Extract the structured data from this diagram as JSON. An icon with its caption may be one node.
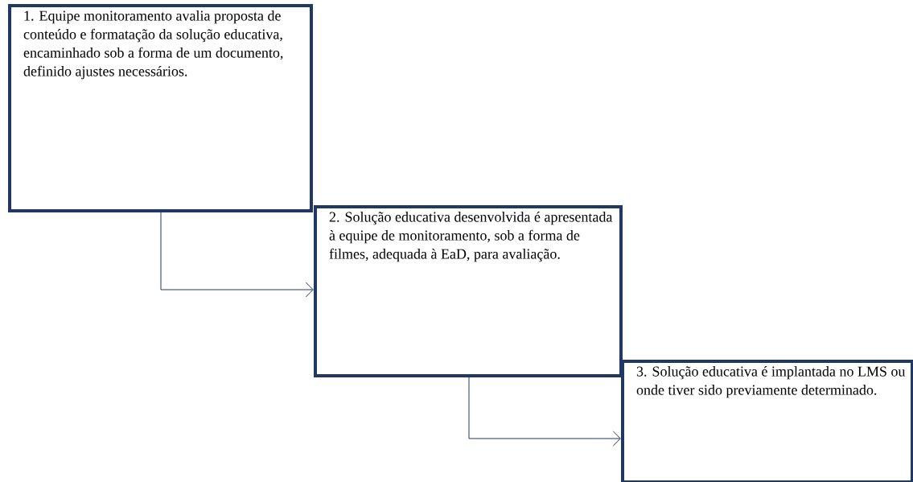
{
  "diagram": {
    "nodes": [
      {
        "text": [
          "1. Equipe monitoramento avalia proposta de conteúdo e formatação da solução educativa, encaminhado sob a forma de um documento, definido ajustes necessários."
        ]
      },
      {
        "text": [
          "2. Solução educativa desenvolvida é apresentada à equipe de monitoramento, sob a forma de filmes, adequada à EaD, para avaliação."
        ]
      },
      {
        "text": [
          "3. Solução educativa é implantada no LMS ou onde tiver sido previamente determinado."
        ]
      }
    ],
    "edges": [
      {
        "from": 0,
        "to": 1,
        "arrow": "to"
      },
      {
        "from": 1,
        "to": 2,
        "arrow": "to"
      }
    ]
  }
}
